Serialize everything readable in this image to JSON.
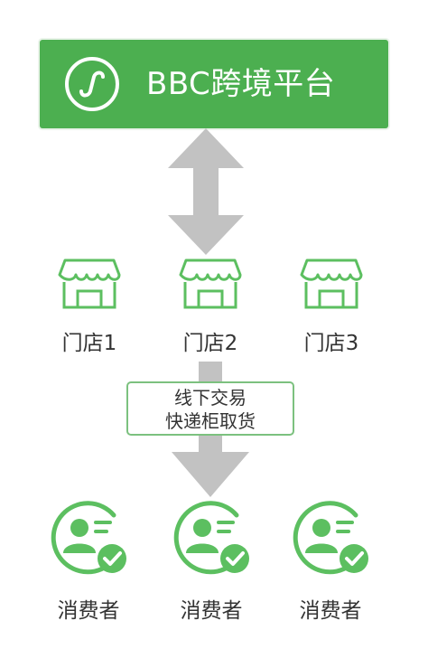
{
  "platform": {
    "title": "BBC跨境平台"
  },
  "stores": [
    {
      "label": "门店1"
    },
    {
      "label": "门店2"
    },
    {
      "label": "门店3"
    }
  ],
  "fulfillment_note": {
    "line1": "线下交易",
    "line2": "快递柜取货"
  },
  "consumers": [
    {
      "label": "消费者"
    },
    {
      "label": "消费者"
    },
    {
      "label": "消费者"
    }
  ],
  "icons": {
    "platform_logo": "mini-program-logo-icon",
    "store": "storefront-icon",
    "consumer": "verified-user-icon",
    "top_connector": "double-arrow-icon",
    "bottom_connector": "down-arrow-icon"
  },
  "colors": {
    "primary_green": "#4caf50",
    "icon_green": "#5cbf60",
    "arrow_gray": "#c2c2c2",
    "text": "#333333"
  }
}
